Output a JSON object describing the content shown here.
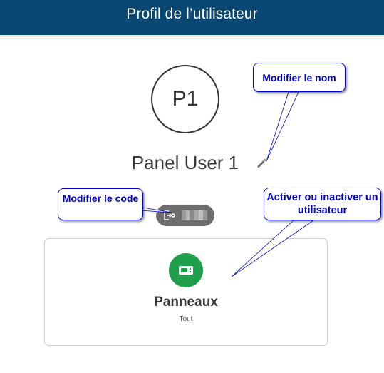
{
  "header": {
    "title": "Profil de l’utilisateur"
  },
  "user": {
    "avatar_initials": "P1",
    "name": "Panel User 1",
    "code_masked": "••••"
  },
  "panel_card": {
    "title": "Panneaux",
    "subtitle": "Tout",
    "icon_color": "#1f9e4b"
  },
  "callouts": {
    "edit_name": "Modifier le nom",
    "edit_code": "Modifier le code",
    "toggle_user": "Activer ou inactiver un utilisateur"
  },
  "colors": {
    "header_bg": "#0a4773",
    "callout_blue": "#0000cc",
    "pill_gray": "#6d6d6d"
  },
  "icons": {
    "edit": "pencil-icon",
    "code": "key-icon",
    "panel": "panel-device-icon"
  }
}
